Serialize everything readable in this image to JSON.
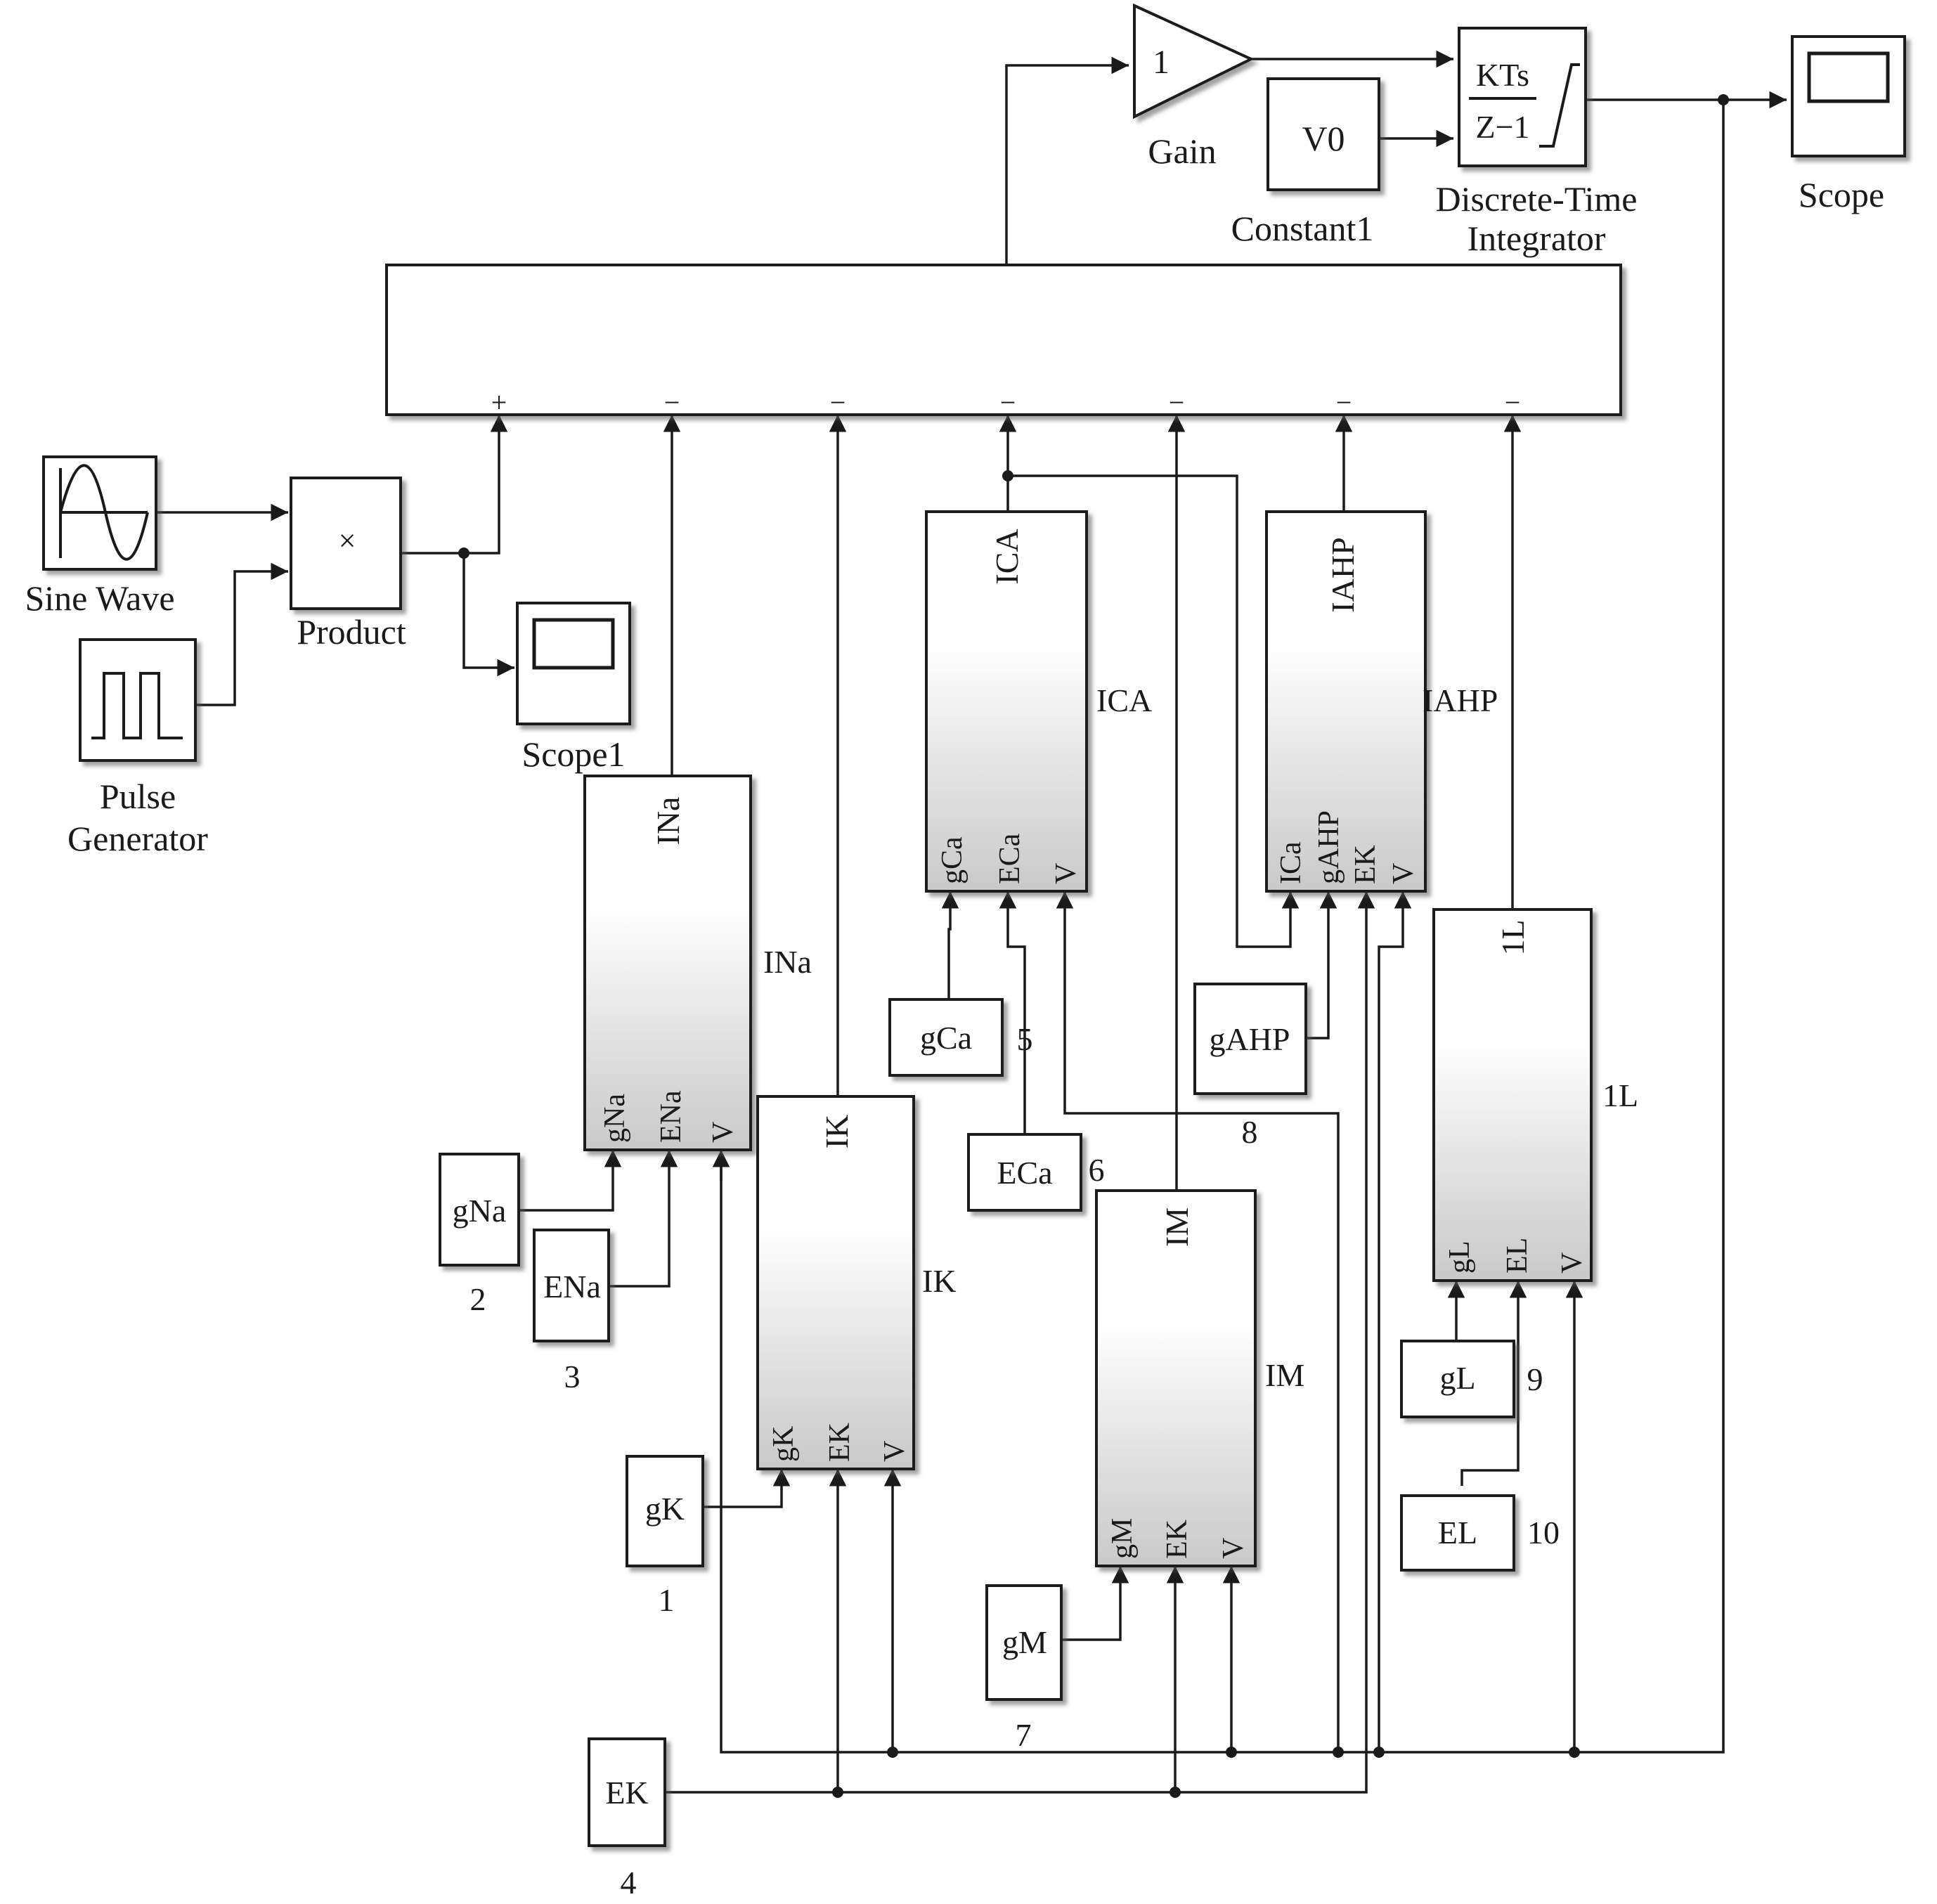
{
  "blocks": {
    "gain": {
      "value": "1",
      "label": "Gain"
    },
    "constant": {
      "value": "V0",
      "label": "Constant1"
    },
    "integrator": {
      "numerator": "KTs",
      "denominator": "Z−1",
      "label_line1": "Discrete-Time",
      "label_line2": "Integrator"
    },
    "scope": {
      "label": "Scope"
    },
    "sine": {
      "label": "Sine Wave"
    },
    "product": {
      "symbol": "×",
      "label": "Product"
    },
    "pulse": {
      "label_line1": "Pulse",
      "label_line2": "Generator"
    },
    "scope1": {
      "label": "Scope1"
    }
  },
  "sum": {
    "signs": [
      "+",
      "−",
      "−",
      "−",
      "−",
      "−",
      "−"
    ]
  },
  "subsystems": {
    "ina": {
      "title": "INa",
      "out": "INa",
      "ports": [
        "gNa",
        "ENa",
        "V"
      ]
    },
    "ik": {
      "title": "IK",
      "out": "IK",
      "ports": [
        "gK",
        "EK",
        "V"
      ]
    },
    "ica": {
      "title": "ICA",
      "out": "ICA",
      "ports": [
        "gCa",
        "ECa",
        "V"
      ]
    },
    "ahp": {
      "title": "IAHP",
      "out": "IAHP",
      "ports": [
        "ICa",
        "gAHP",
        "EK",
        "V"
      ]
    },
    "im": {
      "title": "IM",
      "out": "IM",
      "ports": [
        "gM",
        "EK",
        "V"
      ]
    },
    "il": {
      "title": "1L",
      "out": "1L",
      "ports": [
        "gL",
        "EL",
        "V"
      ]
    }
  },
  "constants": [
    {
      "text": "gK",
      "num": "1"
    },
    {
      "text": "gNa",
      "num": "2"
    },
    {
      "text": "ENa",
      "num": "3"
    },
    {
      "text": "EK",
      "num": "4"
    },
    {
      "text": "gCa",
      "num": "5"
    },
    {
      "text": "ECa",
      "num": "6"
    },
    {
      "text": "gM",
      "num": "7"
    },
    {
      "text": "gAHP",
      "num": "8"
    },
    {
      "text": "gL",
      "num": "9"
    },
    {
      "text": "EL",
      "num": "10"
    }
  ],
  "colors": {
    "line": "#1a1a1a",
    "gradient_top": "#ffffff",
    "gradient_bottom": "#c9c9c9"
  }
}
